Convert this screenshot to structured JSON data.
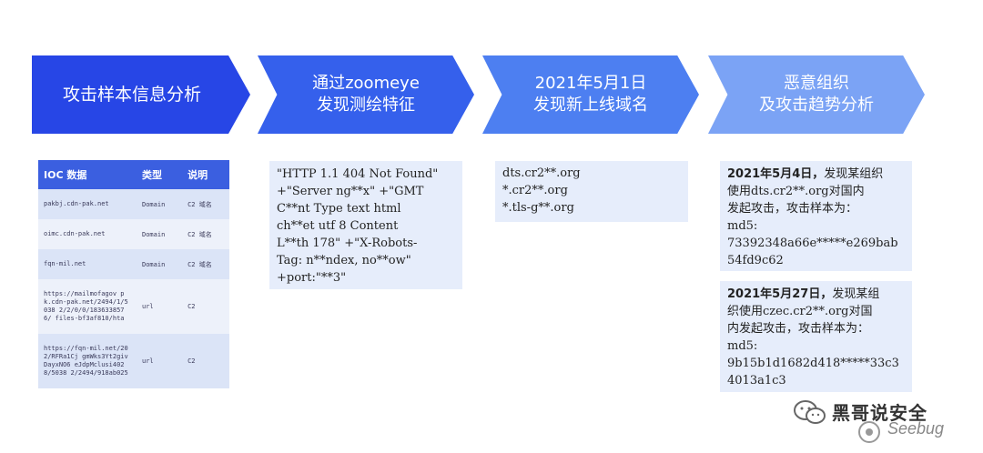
{
  "steps": [
    {
      "label": "攻击样本信息分析"
    },
    {
      "label": "通过zoomeye\n发现测绘特征"
    },
    {
      "label": "2021年5月1日\n发现新上线域名"
    },
    {
      "label": "恶意组织\n及攻击趋势分析"
    }
  ],
  "ioc_table": {
    "headers": [
      "IOC 数据",
      "类型",
      "说明"
    ],
    "rows": [
      {
        "indicator": "pakbj.cdn-pak.net",
        "type": "Domain",
        "note": "C2 域名"
      },
      {
        "indicator": "oimc.cdn-pak.net",
        "type": "Domain",
        "note": "C2 域名"
      },
      {
        "indicator": "fqn-mil.net",
        "type": "Domain",
        "note": "C2 域名"
      },
      {
        "indicator": "https://mailmofagov pk.cdn-pak.net/2494/1/5038 2/2/0/0/1836338576/ files-bf3af810/hta",
        "type": "url",
        "note": "C2"
      },
      {
        "indicator": "https://fqn-mil.net/202/RFRa1Cj gmWks3Yt2givDayxNO6 eJdpMclusi4028/5038 2/2494/918ab025",
        "type": "url",
        "note": "C2"
      }
    ]
  },
  "fingerprint": "\"HTTP 1.1 404 Not Found\"\n+\"Server ng**x\"  +\"GMT\nC**nt Type text html\nch**et utf 8 Content\nL**th 178\" +\"X-Robots-\nTag: n**ndex, no**ow\"\n+port:\"**3\"",
  "new_domains": [
    "dts.cr2**.org",
    "*.cr2**.org",
    "*.tls-g**.org"
  ],
  "findings": [
    {
      "date_text": "2021年5月4日，",
      "body": "发现某组织\n使用dts.cr2**.org对国内\n发起攻击，攻击样本为：\nmd5:\n73392348a66e*****e269bab\n54fd9c62"
    },
    {
      "date_text": "2021年5月27日，",
      "body": "发现某组\n织使用czec.cr2**.org对国\n内发起攻击，攻击样本为：\nmd5:\n9b15b1d1682d418*****33c3\n4013a1c3"
    }
  ],
  "watermark": {
    "account": "黑哥说安全",
    "brand": "Seebug"
  },
  "colors": {
    "step1": "#2746e6",
    "step2": "#3560ec",
    "step3": "#4d7ff1",
    "step4": "#7ba3f5",
    "box": "#e6edfb"
  }
}
